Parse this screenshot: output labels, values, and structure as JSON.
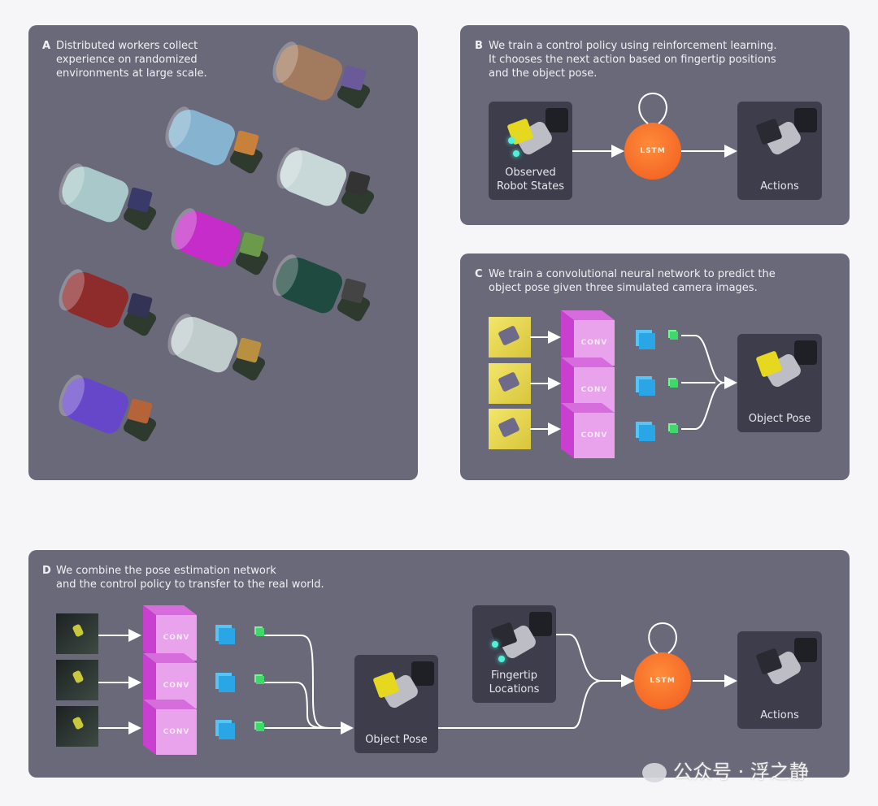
{
  "panels": {
    "a": {
      "letter": "A",
      "caption": [
        "Distributed workers collect",
        "experience on randomized",
        "environments at large scale."
      ],
      "cylinders": [
        "#a27a5e",
        "#86b3cf",
        "#a9c8c9",
        "#c8d8d8",
        "#c52cc9",
        "#1f4a3f",
        "#8e2b2b",
        "#c0cccc",
        "#6647c9"
      ]
    },
    "b": {
      "letter": "B",
      "caption": [
        "We train a control policy using reinforcement learning.",
        "It chooses the next action based on fingertip positions",
        "and the object pose."
      ],
      "observed_label": [
        "Observed",
        "Robot States"
      ],
      "lstm_label": "LSTM",
      "actions_label": "Actions"
    },
    "c": {
      "letter": "C",
      "caption": [
        "We train a convolutional neural network to predict the",
        "object pose given three simulated camera images."
      ],
      "conv_label": "CONV",
      "object_pose_label": "Object Pose"
    },
    "d": {
      "letter": "D",
      "caption": [
        "We combine the pose estimation network",
        "and the control policy to transfer to the real world."
      ],
      "conv_label": "CONV",
      "object_pose_label": "Object Pose",
      "fingertip_label": [
        "Fingertip",
        "Locations"
      ],
      "lstm_label": "LSTM",
      "actions_label": "Actions"
    }
  },
  "watermark": "公众号 · 浮之静",
  "colors": {
    "panel": "#6a6979",
    "box": "#3d3d4c",
    "lstm": "#f26a24",
    "conv": "#e9a3ec",
    "background": "#f6f6f8"
  }
}
